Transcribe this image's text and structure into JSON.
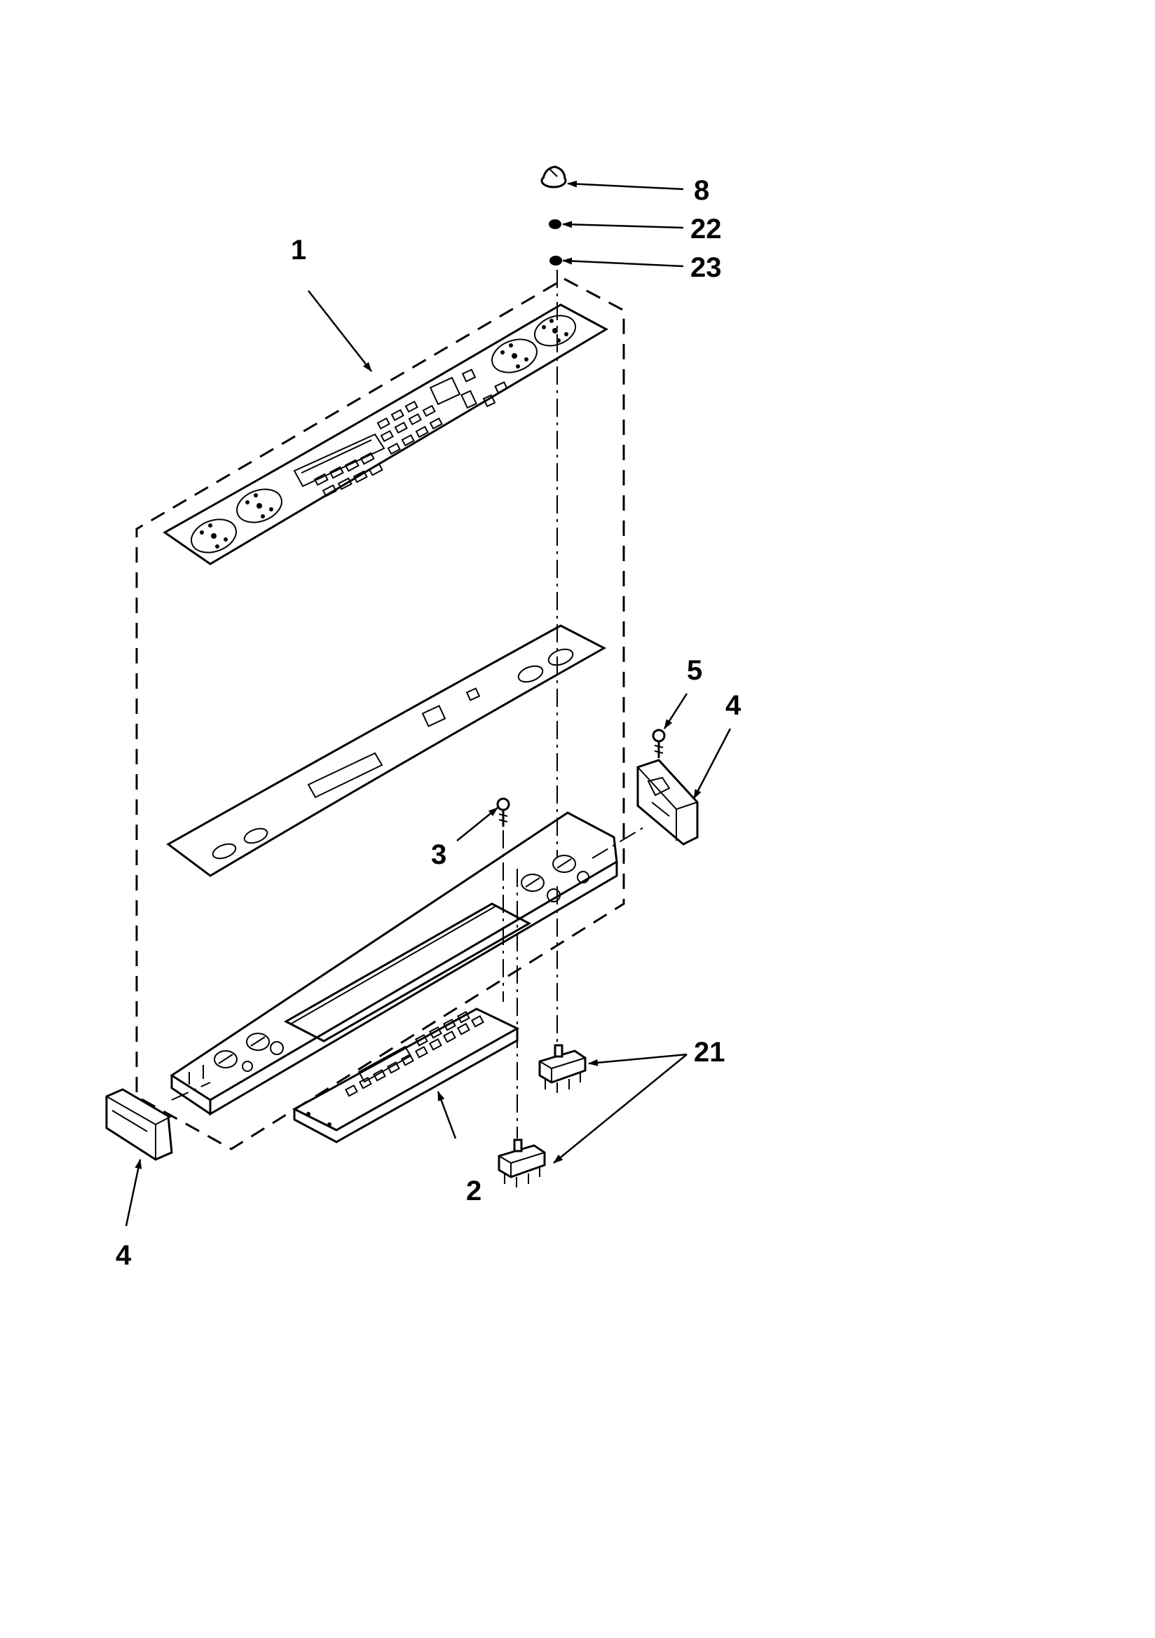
{
  "callouts": {
    "knob": "8",
    "spring": "22",
    "washer": "23",
    "console_assembly": "1",
    "control_board": "2",
    "screw_left": "3",
    "end_cap_right": "4",
    "screw_right": "5",
    "end_cap_left": "4",
    "switches": "21"
  }
}
